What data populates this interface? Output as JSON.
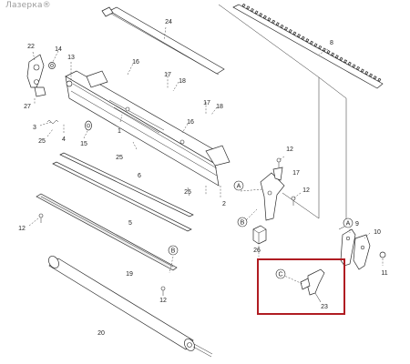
{
  "watermark": "Лазерка®",
  "highlight_color": "#b01c22",
  "callouts": {
    "c1": "1",
    "c2": "2",
    "c3": "3",
    "c4": "4",
    "c5": "5",
    "c6": "6",
    "c8": "8",
    "c9": "9",
    "c10": "10",
    "c11": "11",
    "c12a": "12",
    "c12b": "12",
    "c12c": "12",
    "c12d": "12",
    "c13": "13",
    "c14": "14",
    "c15": "15",
    "c16a": "16",
    "c16b": "16",
    "c17": "17",
    "c18a": "18",
    "c18b": "18",
    "c19": "19",
    "c20": "20",
    "c22": "22",
    "c23": "23",
    "c24": "24",
    "c25a": "25",
    "c25b": "25",
    "c25c": "25",
    "c26": "26",
    "c27": "27"
  },
  "refs": {
    "a1": "A",
    "a2": "A",
    "b1": "B",
    "b2": "B",
    "c1": "C"
  }
}
